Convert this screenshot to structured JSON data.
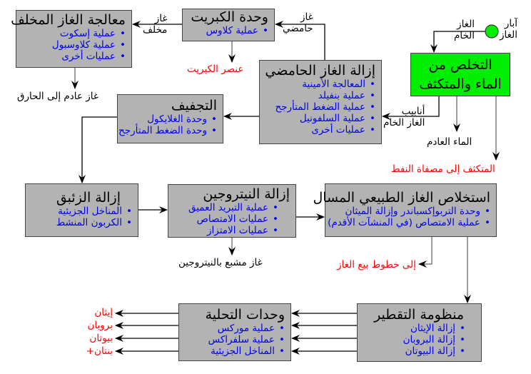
{
  "colors": {
    "box": "#b3b3b3",
    "green": "#00ee00",
    "item": "#0000ee",
    "output": "#ff0000"
  },
  "wells": {
    "label_line1": "آبار",
    "label_line2": "الغاز"
  },
  "raw_gas": {
    "line1": "الغاز",
    "line2": "الخام"
  },
  "condensate_removal": {
    "title_line1": "التخلص من",
    "title_line2": "الماء والمتكثف"
  },
  "pipeline_raw_gas": {
    "line1": "أنابيب",
    "line2": "الغاز الخام"
  },
  "waste_water": "الماء العادم",
  "condensate_out": "المتكثف إلى مصفاة النفط",
  "acid_gas_removal": {
    "title": "إزالة الغاز الحامضي",
    "items": [
      "المعالجة الأمينية",
      "عملية بنفيلد",
      "عملية الضغط المتأرجح",
      "عملية السلفونيل",
      "عمليات أخرى"
    ]
  },
  "acid_gas": {
    "line1": "غاز",
    "line2": "حامضي"
  },
  "sulfur_unit": {
    "title": "وحدة الكبريت",
    "items": [
      "عملية كلاوس"
    ]
  },
  "sulfur_out": "عنصر الكبريت",
  "tail_gas": {
    "line1": "غاز",
    "line2": "مخلف"
  },
  "tail_gas_treatment": {
    "title": "معالجة الغاز المخلف",
    "items": [
      "عملية إسكوت",
      "عملية كلاوسبول",
      "عمليات أخرى"
    ]
  },
  "flare_gas": "غاز عادم إلى الحارق",
  "dehydration": {
    "title": "التجفيف",
    "items": [
      "وحدة الغلايكول",
      "وحدة الضغط المتأرجح"
    ]
  },
  "mercury_removal": {
    "title": "إزالة الزئبق",
    "items": [
      "المناخل الجزيئية",
      "الكربون المنشط"
    ]
  },
  "nitrogen_rejection": {
    "title": "إزالة النيتروجين",
    "items": [
      "عملية التبريد العميق",
      "عمليات الامتصاص",
      "عمليات الامتزاز"
    ]
  },
  "nitrogen_gas": "غاز مشبع بالنيتروجين",
  "ngl_recovery": {
    "title": "استخلاص الغاز الطبيعي المسال",
    "items": [
      "وحدة التربوإكسباندر وإزالة الميثان",
      "عملية الامتصاص (في المنشآت الأقدم)"
    ]
  },
  "sales_gas": "إلى خطوط بيع الغاز",
  "fractionation": {
    "title": "منظومة التقطير",
    "items": [
      "إزالة الإيثان",
      "إزالة البروبان",
      "إزالة البيوتان"
    ]
  },
  "sweetening": {
    "title": "وحدات التحلية",
    "items": [
      "عملية موركس",
      "عملية سلفراكس",
      "المناخل الجزيئية"
    ]
  },
  "products": [
    "إيثان",
    "بروبان",
    "بيوتان",
    "بنتان+"
  ]
}
